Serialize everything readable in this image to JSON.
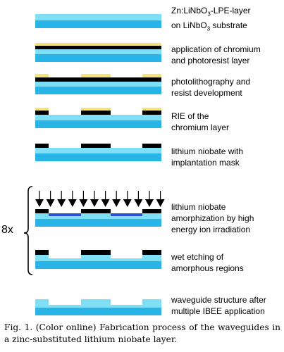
{
  "steps": [
    {
      "line1": "Zn:LiNbO",
      "sub1": "3",
      "line1b": "-LPE-layer",
      "line2a": "on LiNbO",
      "sub2": "3",
      "line2b": " substrate"
    },
    {
      "line1": "application of chromium",
      "line2": "and photoresist layer"
    },
    {
      "line1": "photolithography and",
      "line2": "resist development"
    },
    {
      "line1": "RIE of the",
      "line2": "chromium layer"
    },
    {
      "line1": "lithium niobate with",
      "line2": "implantation mask"
    },
    {
      "line1": "lithium niobate",
      "line2": "amorphization by high",
      "line3": "energy ion irradiation"
    },
    {
      "line1": "wet etching of",
      "line2": "amorphous regions"
    },
    {
      "line1": "waveguide structure after",
      "line2": "multiple IBEE application"
    }
  ],
  "repeat_label": "8x",
  "caption": "Fig.   1.   (Color online)  Fabrication  process  of  the waveguides in a zinc-substituted lithium niobate layer.",
  "colors": {
    "substrate": "#29b4e8",
    "lpe_layer": "#7fe0f5",
    "chromium": "#000000",
    "photoresist": "#f5e37a",
    "amorphous": "#2b4fd6"
  }
}
